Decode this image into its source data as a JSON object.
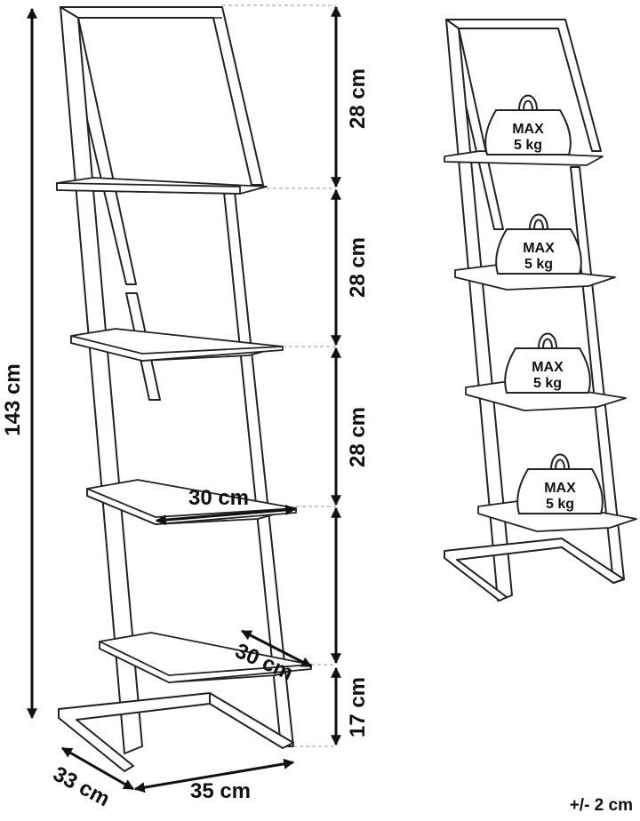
{
  "dimensions": {
    "total_height": "143 cm",
    "shelf_spacing_1": "28 cm",
    "shelf_spacing_2": "28 cm",
    "shelf_spacing_3": "28 cm",
    "base_height": "17 cm",
    "shelf_width": "30 cm",
    "shelf_depth": "30 cm",
    "base_depth": "33 cm",
    "base_width": "35 cm"
  },
  "weights": [
    {
      "line1": "MAX",
      "line2": "5 kg"
    },
    {
      "line1": "MAX",
      "line2": "5 kg"
    },
    {
      "line1": "MAX",
      "line2": "5 kg"
    },
    {
      "line1": "MAX",
      "line2": "5 kg"
    }
  ],
  "tolerance": "+/- 2 cm",
  "colors": {
    "line": "#222222",
    "text": "#111111",
    "guide": "#999999"
  }
}
